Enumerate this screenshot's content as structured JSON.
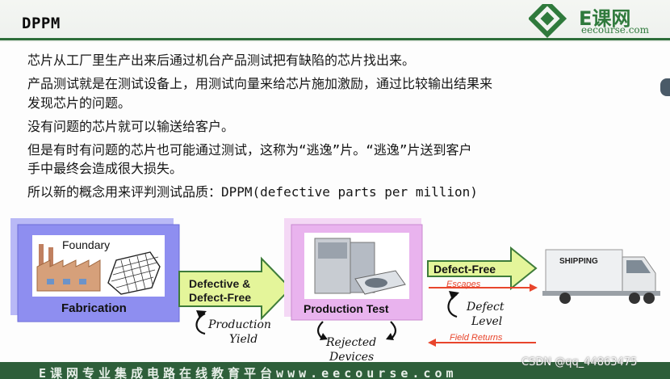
{
  "slide": {
    "title": "DPPM",
    "logo": {
      "brand": "E课网",
      "site": "eecourse.com"
    },
    "paragraphs": [
      "芯片从工厂里生产出来后通过机台产品测试把有缺陷的芯片找出来。",
      "产品测试就是在测试设备上，用测试向量来给芯片施加激励，通过比较输出结果来",
      "发现芯片的问题。",
      "没有问题的芯片就可以输送给客户。",
      "但是有时有问题的芯片也可能通过测试，这称为“逃逸”片。“逃逸”片送到客户",
      "手中最终会造成很大损失。",
      "所以新的概念用来评判测试品质：DPPM(defective parts per million)"
    ]
  },
  "diagram": {
    "foundry_label": "Foundary",
    "fabrication_label": "Fabrication",
    "arrow1": [
      "Defective &",
      "Defect-Free"
    ],
    "production_yield": [
      "Production",
      "Yield"
    ],
    "production_test_label": "Production Test",
    "rejected_devices": [
      "Rejected",
      "Devices"
    ],
    "arrow2_label": "Defect-Free",
    "escapes_label": "Escapes",
    "defect_level": [
      "Defect",
      "Level"
    ],
    "field_returns_label": "Field Returns",
    "shipping_label": "SHIPPING"
  },
  "footer": {
    "text": "E课网专业集成电路在线教育平台www.eecourse.com",
    "watermark": "CSDN @qq_44863475"
  },
  "colors": {
    "title_rule": "#2e6d3a",
    "fab_box": "#8e8ef0",
    "test_box": "#e9b3ee",
    "arrow_fill": "#e4f59a",
    "arrow_stroke": "#3e7c3a",
    "red_arrow": "#e8452c",
    "footer": "#2e5f3a"
  }
}
